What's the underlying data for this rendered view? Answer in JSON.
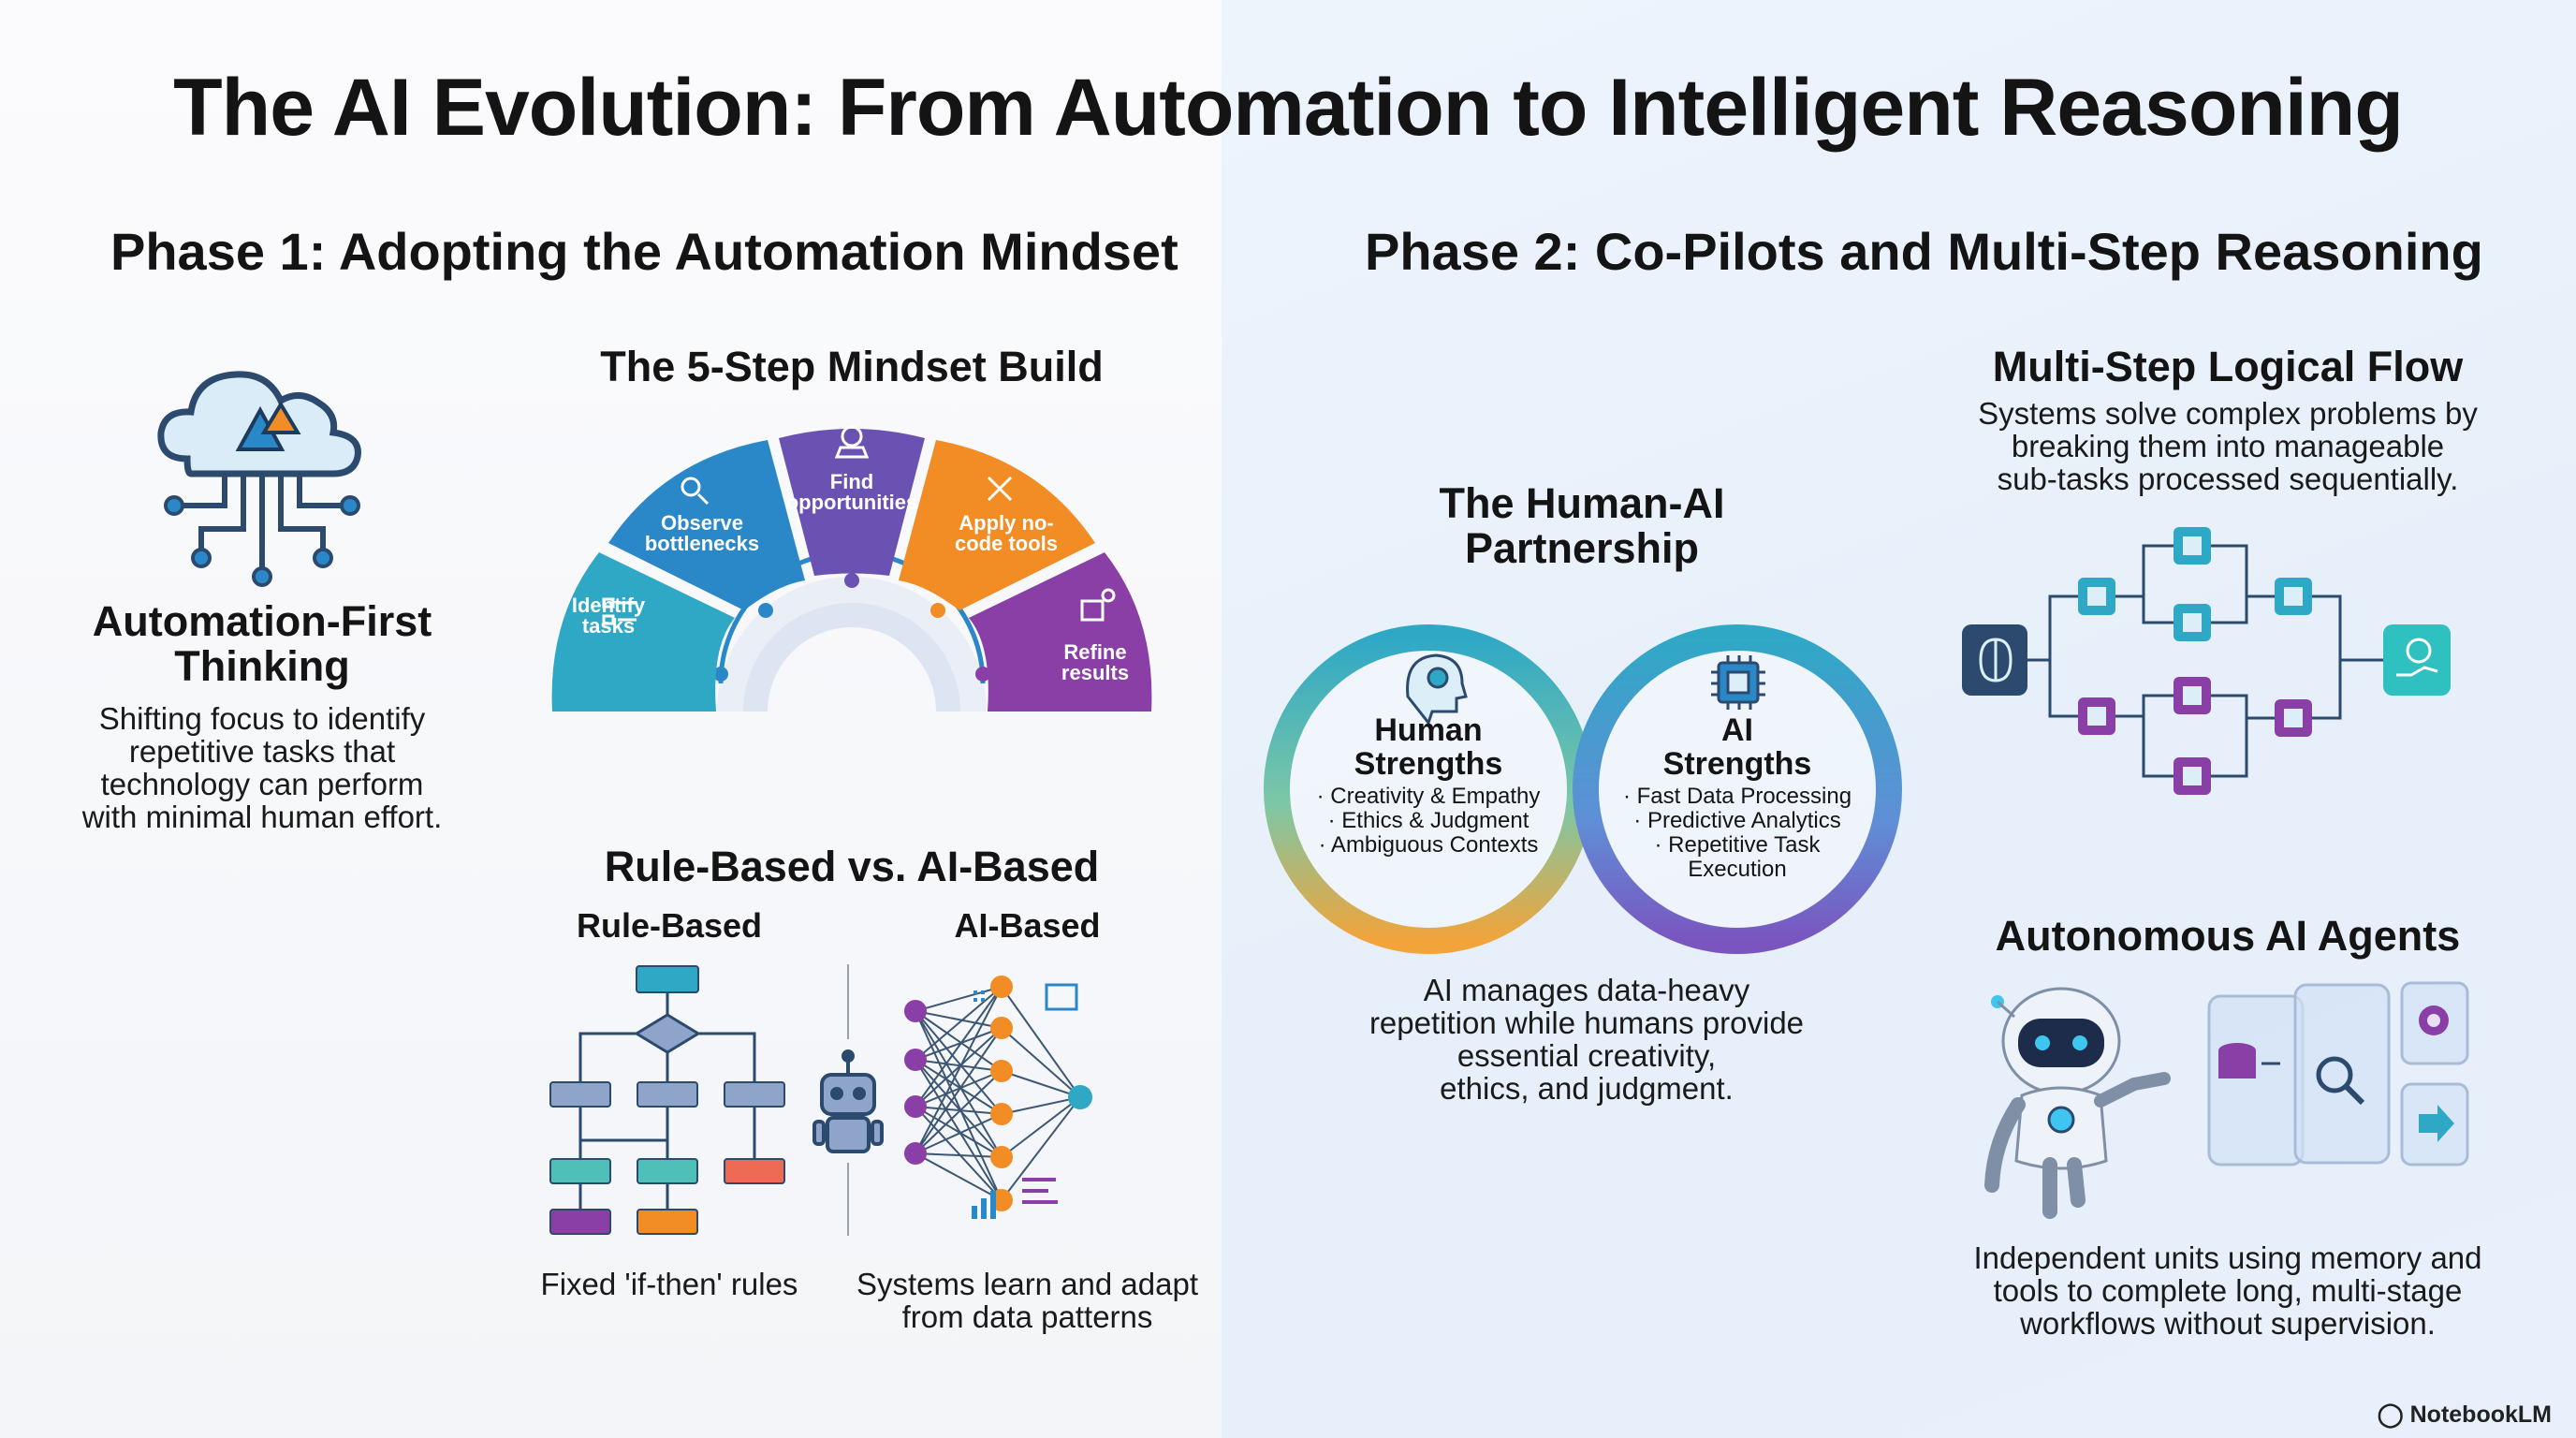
{
  "title": "The AI Evolution: From Automation to Intelligent Reasoning",
  "phase1": {
    "heading": "Phase 1: Adopting the Automation Mindset",
    "automation_first": {
      "title_line1": "Automation-First",
      "title_line2": "Thinking",
      "desc_lines": [
        "Shifting focus to identify",
        "repetitive tasks that",
        "technology can perform",
        "with minimal human effort."
      ],
      "icon": "cloud-circuit-icon"
    },
    "mindset_build": {
      "title": "The 5-Step Mindset Build",
      "steps": [
        {
          "line1": "Identify",
          "line2": "tasks",
          "color": "#2fa8c6"
        },
        {
          "line1": "Observe",
          "line2": "bottlenecks",
          "color": "#2b88c8"
        },
        {
          "line1": "Find",
          "line2": "opportunities",
          "color": "#6a52b2"
        },
        {
          "line1": "Apply no-",
          "line2": "code tools",
          "color": "#f28c24"
        },
        {
          "line1": "Refine",
          "line2": "results",
          "color": "#8a3fa6"
        }
      ]
    },
    "rule_vs_ai": {
      "title": "Rule-Based vs. AI-Based",
      "rule_label": "Rule-Based",
      "ai_label": "AI-Based",
      "rule_caption": "Fixed 'if-then' rules",
      "ai_caption_line1": "Systems learn and adapt",
      "ai_caption_line2": "from data patterns"
    }
  },
  "phase2": {
    "heading": "Phase 2: Co-Pilots and Multi-Step Reasoning",
    "partnership": {
      "title_line1": "The Human-AI",
      "title_line2": "Partnership",
      "human_title_line1": "Human",
      "human_title_line2": "Strengths",
      "human_items": [
        "· Creativity & Empathy",
        "· Ethics & Judgment",
        "· Ambiguous Contexts"
      ],
      "ai_title_line1": "AI",
      "ai_title_line2": "Strengths",
      "ai_items": [
        "· Fast Data Processing",
        "· Predictive Analytics",
        "· Repetitive Task",
        "Execution"
      ],
      "caption_lines": [
        "AI manages data-heavy",
        "repetition while humans provide",
        "essential creativity,",
        "ethics, and judgment."
      ]
    },
    "multistep": {
      "title": "Multi-Step Logical Flow",
      "desc_lines": [
        "Systems solve complex problems by",
        "breaking them into manageable",
        "sub-tasks processed sequentially."
      ]
    },
    "agents": {
      "title": "Autonomous AI Agents",
      "desc_lines": [
        "Independent units using memory and",
        "tools to complete long, multi-stage",
        "workflows without supervision."
      ]
    }
  },
  "brand": "NotebookLM",
  "colors": {
    "teal": "#2fa8c6",
    "blue": "#2b88c8",
    "purple": "#6a52b2",
    "orange": "#f28c24",
    "magenta": "#8a3fa6",
    "coral": "#ee6a55",
    "navy": "#2b4a6e"
  }
}
